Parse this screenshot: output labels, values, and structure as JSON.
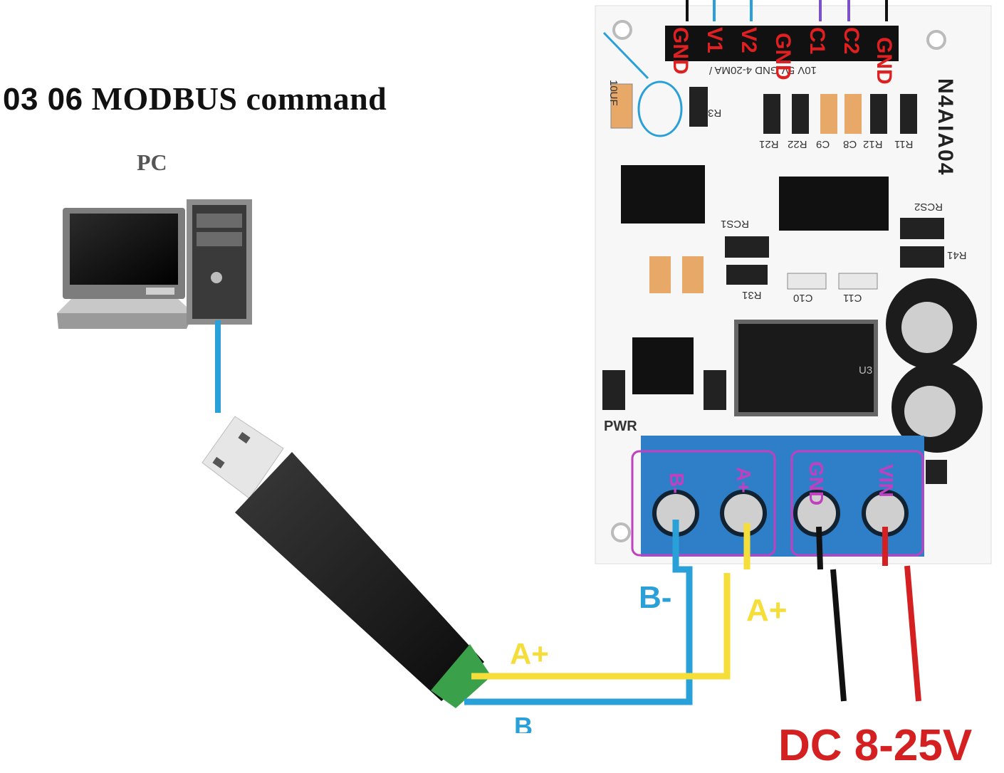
{
  "title": {
    "number_part": "03 06",
    "text_part": "MODBUS command"
  },
  "pc": {
    "label": "PC"
  },
  "board": {
    "name": "N4AIA04",
    "pin_labels": [
      "GND",
      "V1",
      "V2",
      "GND",
      "C1",
      "C2",
      "GND"
    ],
    "silkscreen": {
      "range_text": "10V 5V   GND 4-20MA /  ",
      "pwr": "PWR",
      "cap_label": "10UF",
      "refs": [
        "R3",
        "R21",
        "R22",
        "C9",
        "C8",
        "R12",
        "R11",
        "RCS1",
        "RCS2",
        "R41",
        "R31",
        "C10",
        "C11",
        "U3"
      ]
    },
    "terminal_labels": [
      "B-",
      "A+",
      "GND",
      "VIN"
    ]
  },
  "wires": {
    "b_minus_label": "B-",
    "a_plus_label_right": "A+",
    "a_plus_label_left": "A+",
    "b_label_bottom": "B"
  },
  "power": {
    "label": "DC 8-25V"
  },
  "colors": {
    "wire_blue": "#2aa0d8",
    "wire_yellow": "#f5dd3a",
    "wire_black": "#111111",
    "wire_red": "#d42020",
    "pin_label_red": "#e02020",
    "terminal_label_purple": "#c040c0",
    "terminal_block_blue": "#2f7fc8"
  }
}
